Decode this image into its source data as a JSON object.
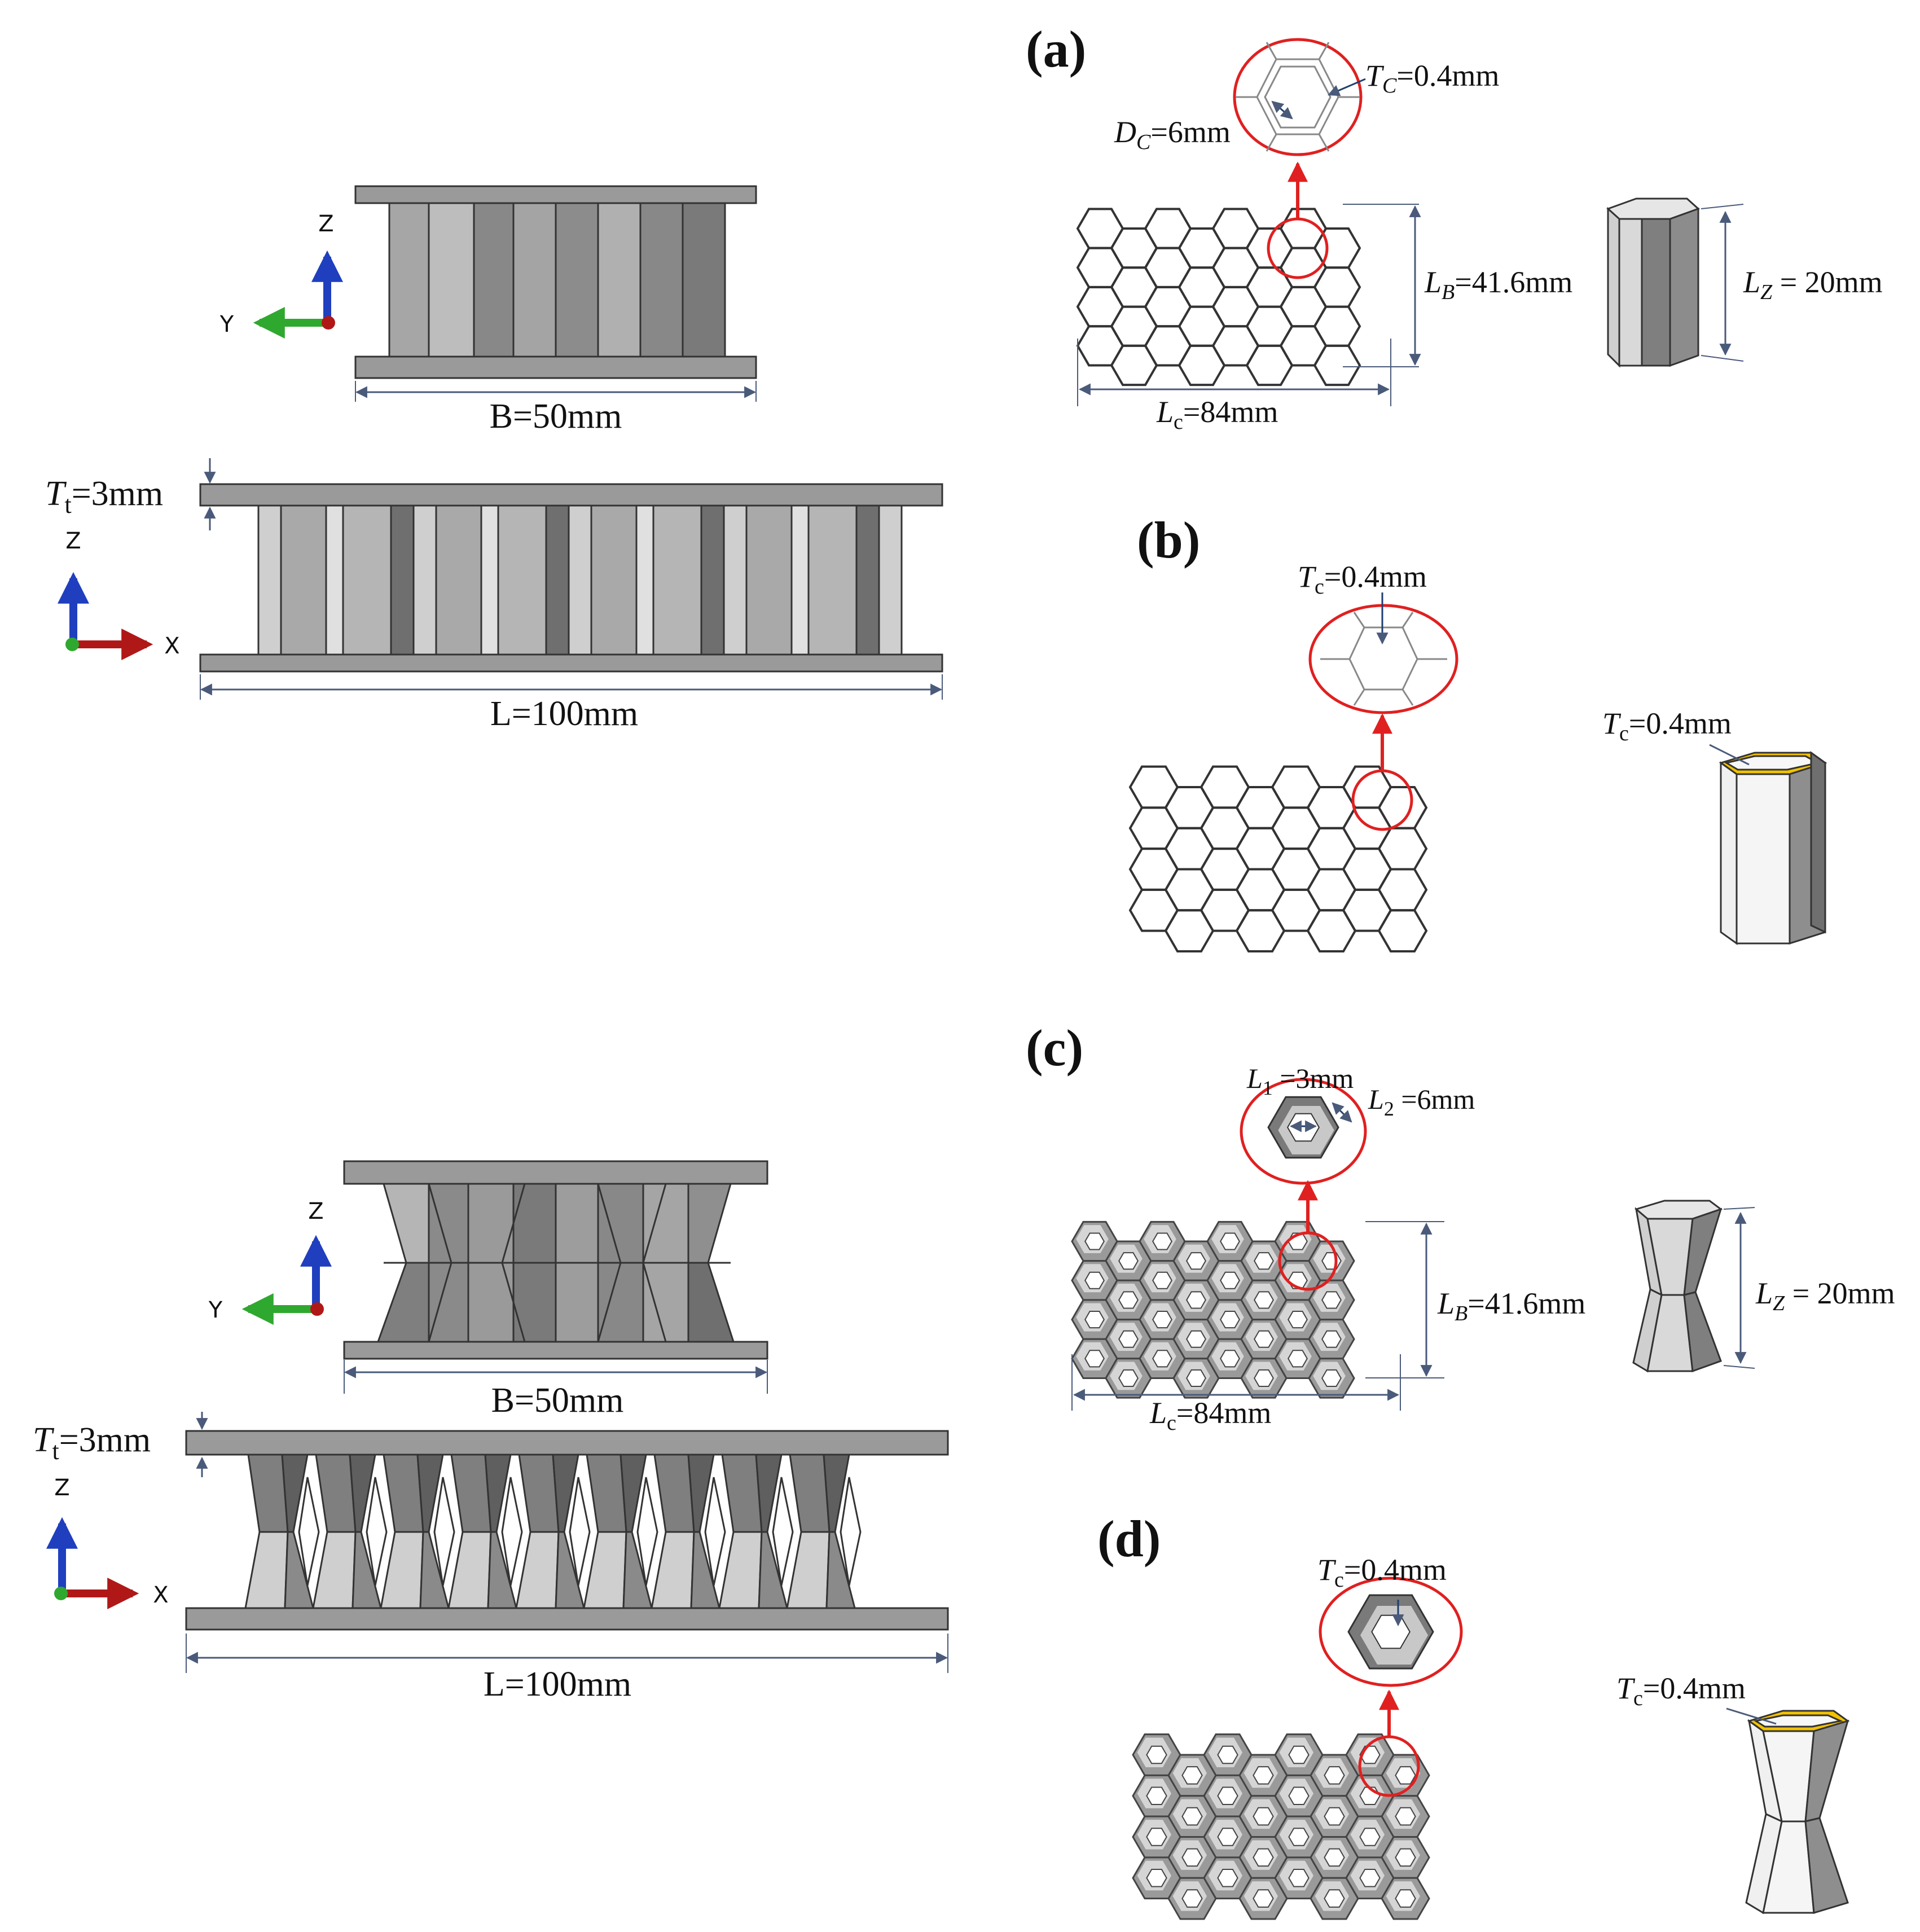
{
  "axes": {
    "y": "Y",
    "z": "Z",
    "x": "X"
  },
  "front_panel_top": {
    "width_label": "B=50mm",
    "thickness_symbol": "T",
    "thickness_sub": "t",
    "thickness_value": "=3mm",
    "length_label": "L=100mm"
  },
  "front_panel_bottom": {
    "width_label": "B=50mm",
    "thickness_symbol": "T",
    "thickness_sub": "t",
    "thickness_value": "=3mm",
    "length_label": "L=100mm"
  },
  "panel_a": {
    "tag": "(a)",
    "tc_sym": "T",
    "tc_sub": "C",
    "tc_val": "=0.4mm",
    "dc_sym": "D",
    "dc_sub": "C",
    "dc_val": "=6mm",
    "lb_sym": "L",
    "lb_sub": "B",
    "lb_val": "=41.6mm",
    "lz_sym": "L",
    "lz_sub": "Z",
    "lz_val": " = 20mm",
    "lc_sym": "L",
    "lc_sub": "c",
    "lc_val": "=84mm"
  },
  "panel_b": {
    "tag": "(b)",
    "tc_sym": "T",
    "tc_sub": "c",
    "tc_val": "=0.4mm",
    "tc2_sym": "T",
    "tc2_sub": "c",
    "tc2_val": "=0.4mm"
  },
  "panel_c": {
    "tag": "(c)",
    "l1_sym": "L",
    "l1_sub": "1",
    "l1_val": " =3mm",
    "l2_sym": "L",
    "l2_sub": "2",
    "l2_val": " =6mm",
    "lb_sym": "L",
    "lb_sub": "B",
    "lb_val": "=41.6mm",
    "lz_sym": "L",
    "lz_sub": "Z",
    "lz_val": " = 20mm",
    "lc_sym": "L",
    "lc_sub": "c",
    "lc_val": "=84mm"
  },
  "panel_d": {
    "tag": "(d)",
    "tc_sym": "T",
    "tc_sub": "c",
    "tc_val": "=0.4mm",
    "tc2_sym": "T",
    "tc2_sub": "c",
    "tc2_val": "=0.4mm"
  },
  "colors": {
    "accent_red": "#e02020",
    "axis_blue": "#1f3fbf",
    "axis_green": "#2fa82f",
    "axis_red": "#b01818",
    "highlight_yellow": "#f2c200",
    "dim_line": "#4a5a7a"
  }
}
